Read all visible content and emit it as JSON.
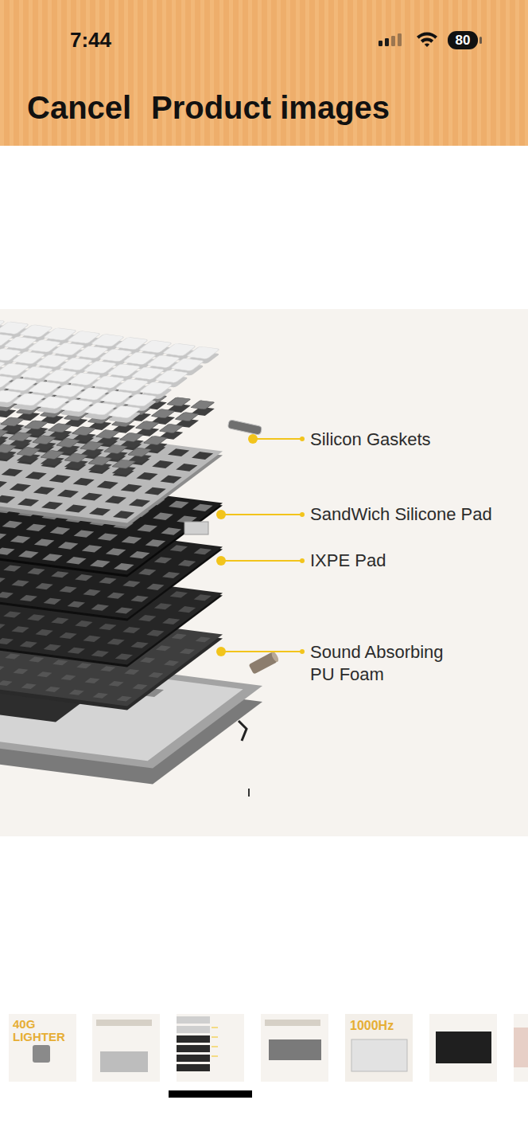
{
  "diagram": {
    "title": "Product images",
    "labels": [
      "7:44",
      "80",
      "Cancel",
      "Silicon Gaskets",
      "SandWich Silicone Pad",
      "IXPE Pad",
      "Sound Absorbing PU Foam",
      "40G LIGHTER",
      "1000Hz"
    ]
  }
}
